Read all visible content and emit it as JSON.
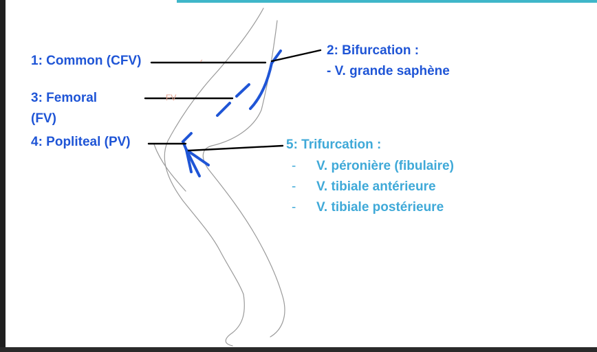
{
  "labels": {
    "common": "1: Common (CFV)",
    "bifurcation": "2: Bifurcation :",
    "saphene": "- V. grande saphène",
    "femoral_line1": "3: Femoral",
    "femoral_line2": "(FV)",
    "popliteal": "4: Popliteal (PV)",
    "trifurcation": "5: Trifurcation :"
  },
  "trifurcation_items": [
    "V. péronière (fibulaire)",
    "V. tibiale antérieure",
    "V. tibiale postérieure"
  ],
  "list_dash": "-",
  "faint_label": "FV",
  "colors": {
    "vein_blue": "#1f55d6",
    "label_blue": "#1f55d6",
    "label_teal": "#3fa9d8",
    "accent_rule": "#3fb6c9"
  }
}
